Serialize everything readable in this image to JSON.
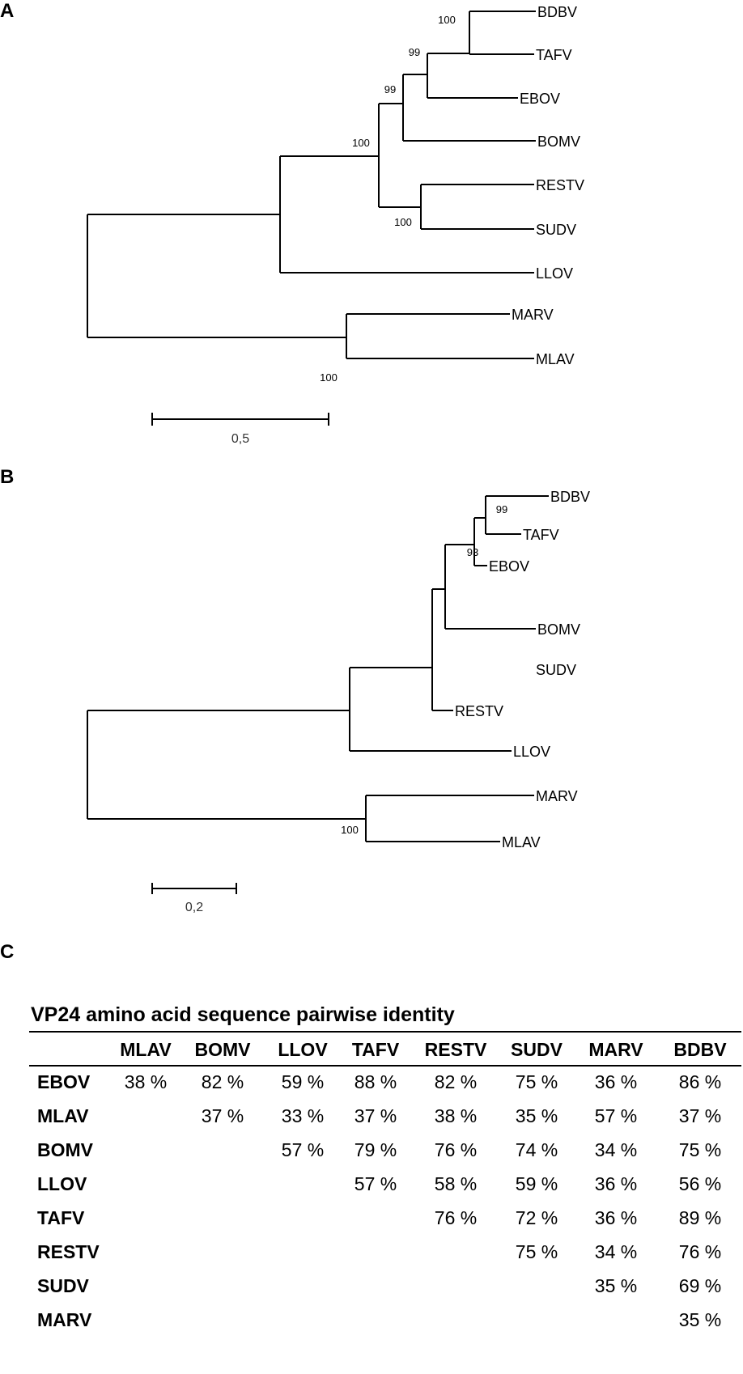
{
  "panels": {
    "a_label": "A",
    "b_label": "B",
    "c_label": "C"
  },
  "tree_a": {
    "scale_bar_label": "0,5",
    "tips": [
      "BDBV",
      "TAFV",
      "EBOV",
      "BOMV",
      "RESTV",
      "SUDV",
      "LLOV",
      "MARV",
      "MLAV"
    ],
    "bootstrap_values": [
      "100",
      "99",
      "99",
      "100",
      "100",
      "100"
    ]
  },
  "tree_b": {
    "scale_bar_label": "0,2",
    "tips": [
      "BDBV",
      "TAFV",
      "EBOV",
      "BOMV",
      "SUDV",
      "RESTV",
      "LLOV",
      "MARV",
      "MLAV"
    ],
    "bootstrap_values": [
      "99",
      "93",
      "100"
    ]
  },
  "identity_table": {
    "title": "VP24 amino acid sequence pairwise identity",
    "columns": [
      "MLAV",
      "BOMV",
      "LLOV",
      "TAFV",
      "RESTV",
      "SUDV",
      "MARV",
      "BDBV"
    ],
    "rows": [
      {
        "name": "EBOV",
        "values": [
          "38 %",
          "82 %",
          "59 %",
          "88 %",
          "82 %",
          "75 %",
          "36 %",
          "86 %"
        ]
      },
      {
        "name": "MLAV",
        "values": [
          "",
          "37 %",
          "33 %",
          "37 %",
          "38 %",
          "35 %",
          "57 %",
          "37 %"
        ]
      },
      {
        "name": "BOMV",
        "values": [
          "",
          "",
          "57 %",
          "79 %",
          "76 %",
          "74 %",
          "34 %",
          "75 %"
        ]
      },
      {
        "name": "LLOV",
        "values": [
          "",
          "",
          "",
          "57 %",
          "58 %",
          "59 %",
          "36 %",
          "56 %"
        ]
      },
      {
        "name": "TAFV",
        "values": [
          "",
          "",
          "",
          "",
          "76 %",
          "72 %",
          "36 %",
          "89 %"
        ]
      },
      {
        "name": "RESTV",
        "values": [
          "",
          "",
          "",
          "",
          "",
          "75 %",
          "34 %",
          "76 %"
        ]
      },
      {
        "name": "SUDV",
        "values": [
          "",
          "",
          "",
          "",
          "",
          "",
          "35 %",
          "69 %"
        ]
      },
      {
        "name": "MARV",
        "values": [
          "",
          "",
          "",
          "",
          "",
          "",
          "",
          "35 %"
        ]
      }
    ]
  }
}
